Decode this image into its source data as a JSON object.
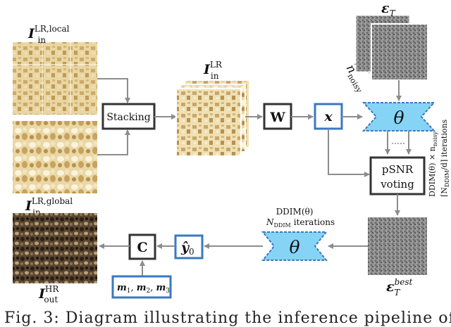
{
  "labels": {
    "lr_local_main": "I",
    "lr_local_sub": "in",
    "lr_local_sup": "LR,local",
    "lr_global_main": "I",
    "lr_global_sub": "in",
    "lr_global_sup": "LR,global",
    "lr_main": "I",
    "lr_sub": "in",
    "lr_sup": "LR",
    "hr_main": "I",
    "hr_sub": "out",
    "hr_sup": "HR",
    "eps_t_main": "ε",
    "eps_t_sub": "T",
    "eps_best_main": "ε",
    "eps_best_sub": "T",
    "eps_best_sup": "best",
    "n_noisy_main": "n",
    "n_noisy_sub": "noisy",
    "ddim_top": "DDIM(θ)",
    "ddim_bottom": "N",
    "ddim_bottom_sub": "DDIM",
    "ddim_bottom_tail": "iterations",
    "vert_line1": "DDIM(θ) × n",
    "vert_line1_sub": "noisy",
    "vert_line2_a": "⌈N",
    "vert_line2_sub": "DDIM",
    "vert_line2_b": "/d⌉ iterations"
  },
  "boxes": {
    "stacking": "Stacking",
    "w": "W",
    "x": "x",
    "theta_top": "θ",
    "theta_bottom": "θ",
    "psnr_line1": "pSNR",
    "psnr_line2": "voting",
    "y0_main": "ŷ",
    "y0_sub": "0",
    "c": "C",
    "m": "m",
    "m_sub1": "1",
    "m_sub2": "2",
    "m_sub3": "3",
    "m_sep": ", "
  },
  "caption": "Fig. 3: Diagram illustrating the inference pipeline of…",
  "colors": {
    "theta_fill": "#86d4f5",
    "blue_stroke": "#3a78c2",
    "dark_stroke": "#333333",
    "arrow": "#8c8c8c"
  }
}
